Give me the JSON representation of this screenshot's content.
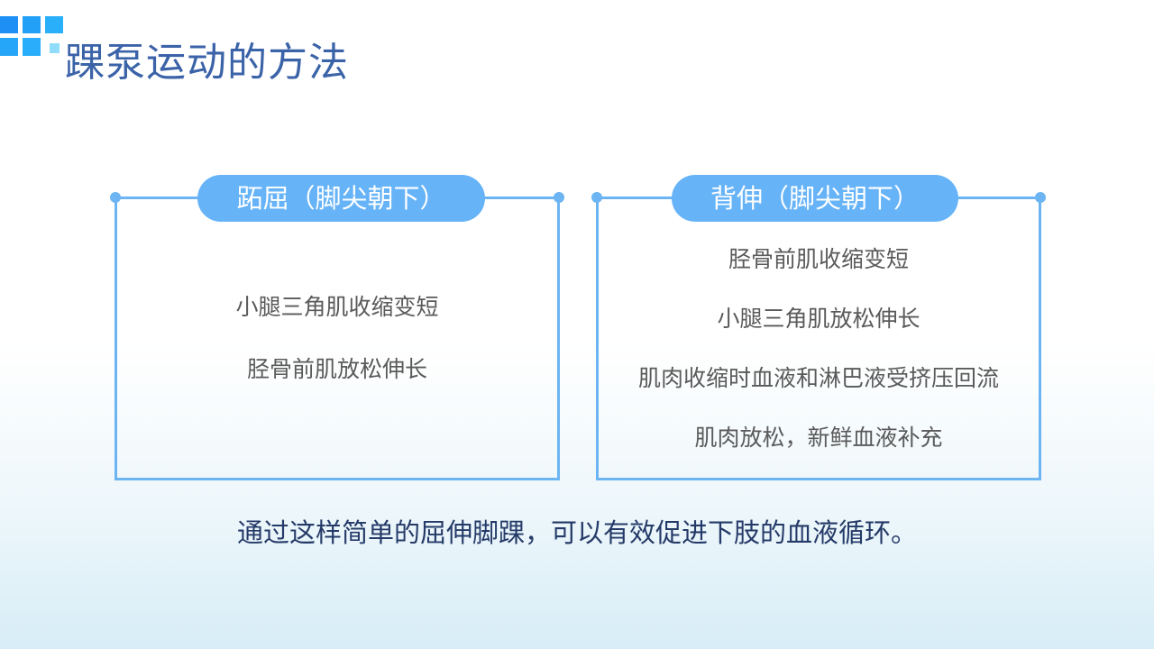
{
  "slide": {
    "title": "踝泵运动的方法",
    "colors": {
      "title": "#3b63a8",
      "accent": "#66b3f7",
      "border": "#6cb5f2",
      "body_text": "#5a5a5a",
      "summary_text": "#253a68",
      "logo_squares": [
        "#1e90f5",
        "#22a0f8",
        "#2ab0fb",
        "#26a6f9",
        "#2aaefb",
        "#8fdcfb"
      ]
    }
  },
  "cards": [
    {
      "heading": "跖屈（脚尖朝下）",
      "items": [
        "小腿三角肌收缩变短",
        "胫骨前肌放松伸长"
      ]
    },
    {
      "heading": "背伸（脚尖朝下）",
      "items": [
        "胫骨前肌收缩变短",
        "小腿三角肌放松伸长",
        "肌肉收缩时血液和淋巴液受挤压回流",
        "肌肉放松，新鲜血液补充"
      ]
    }
  ],
  "summary": "通过这样简单的屈伸脚踝，可以有效促进下肢的血液循环。"
}
